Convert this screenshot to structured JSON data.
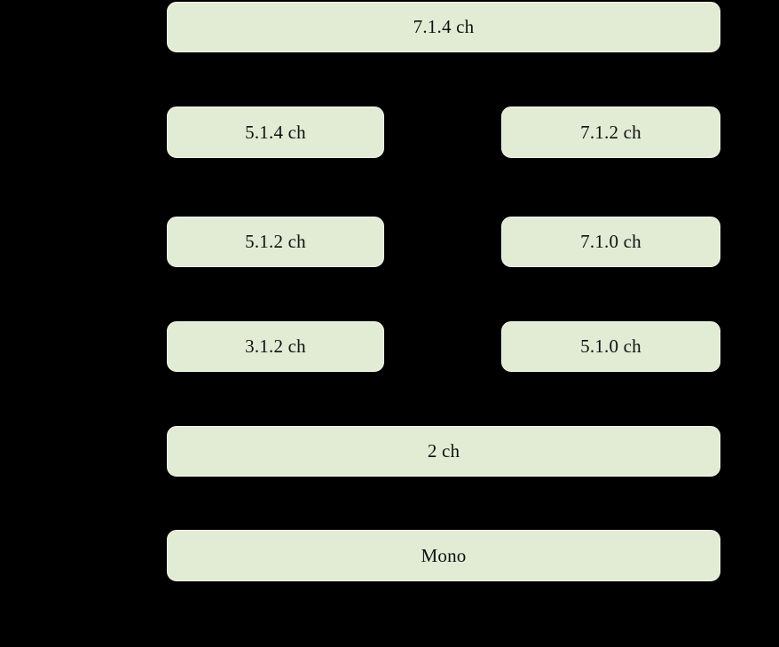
{
  "diagram": {
    "type": "flowchart",
    "orientation": "top-to-bottom",
    "background_color": "#000000",
    "node_fill_color": "#e2ecd5",
    "node_border_color": "#f2f7ec",
    "node_text_color": "#101010",
    "edge_color": "#000000",
    "nodes": [
      {
        "id": "n714",
        "label": "7.1.4 ch",
        "row": 1,
        "column": "full"
      },
      {
        "id": "n514",
        "label": "5.1.4 ch",
        "row": 2,
        "column": "left"
      },
      {
        "id": "n712",
        "label": "7.1.2 ch",
        "row": 2,
        "column": "right"
      },
      {
        "id": "n512",
        "label": "5.1.2 ch",
        "row": 3,
        "column": "left"
      },
      {
        "id": "n710",
        "label": "7.1.0 ch",
        "row": 3,
        "column": "right"
      },
      {
        "id": "n312",
        "label": "3.1.2 ch",
        "row": 4,
        "column": "left"
      },
      {
        "id": "n510",
        "label": "5.1.0 ch",
        "row": 4,
        "column": "right"
      },
      {
        "id": "n2ch",
        "label": "2 ch",
        "row": 5,
        "column": "full"
      },
      {
        "id": "nmono",
        "label": "Mono",
        "row": 6,
        "column": "full"
      }
    ],
    "arrowhead_marker": {
      "visible_on_node": "n510",
      "description": "small dark arrowhead notch at top edge of the 5.1.0 ch node"
    }
  }
}
